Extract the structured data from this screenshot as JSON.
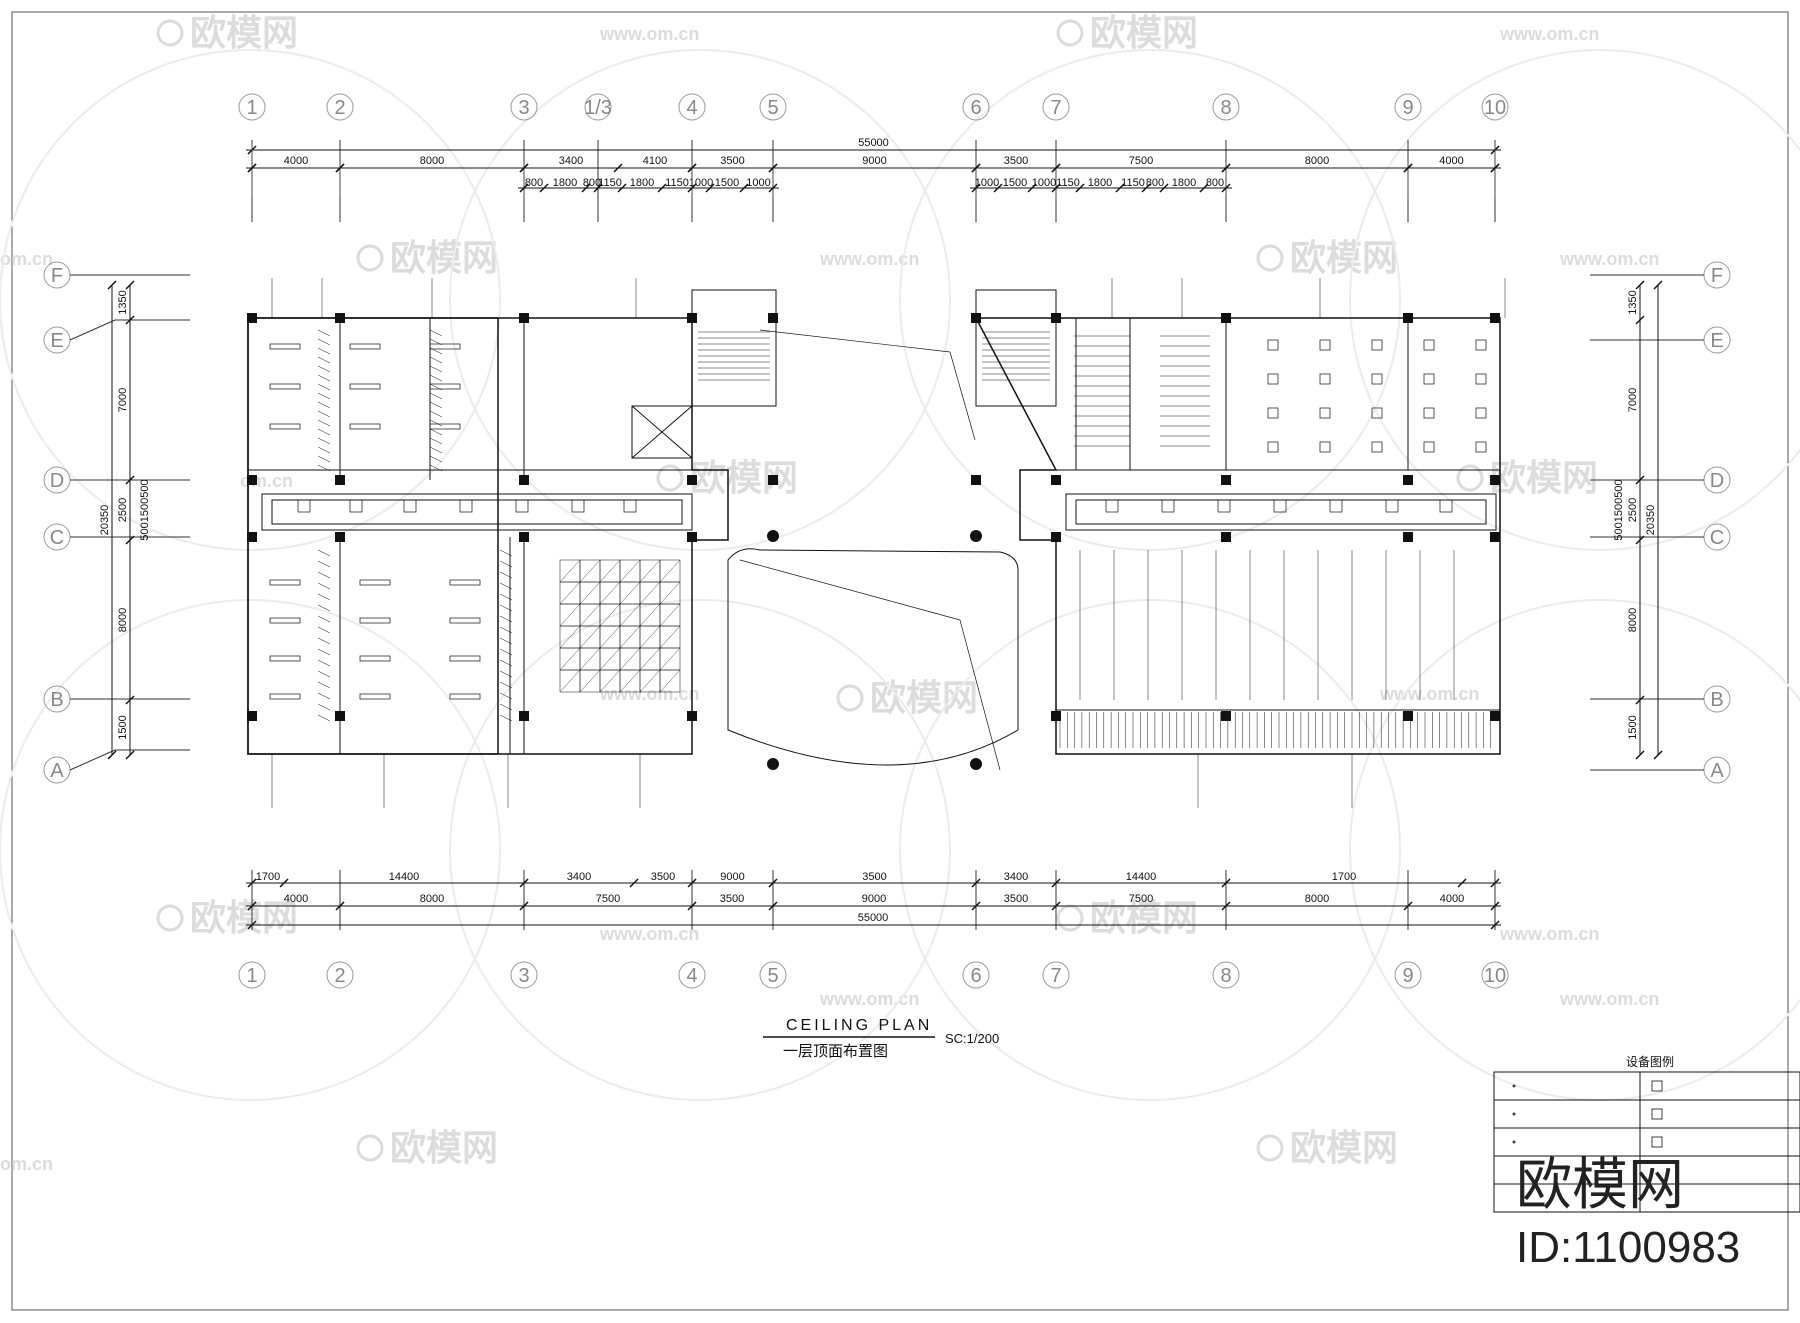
{
  "grid_top": [
    "1",
    "2",
    "3",
    "1/3",
    "4",
    "5",
    "6",
    "7",
    "8",
    "9",
    "10"
  ],
  "grid_bottom": [
    "1",
    "2",
    "3",
    "4",
    "5",
    "6",
    "7",
    "8",
    "9",
    "10"
  ],
  "grid_left": [
    "F",
    "E",
    "D",
    "C",
    "B",
    "A"
  ],
  "grid_right": [
    "F",
    "E",
    "D",
    "C",
    "B",
    "A"
  ],
  "dims_top": {
    "total": "55000",
    "row1": [
      "4000",
      "8000",
      "3400",
      "4100",
      "3500",
      "9000",
      "3500",
      "7500",
      "8000",
      "4000"
    ],
    "row2_left": [
      "800",
      "1800",
      "800",
      "1150",
      "1800",
      "1150",
      "1000",
      "1500",
      "1000"
    ],
    "row2_right": [
      "1000",
      "1500",
      "1000",
      "1150",
      "1800",
      "1150",
      "800",
      "1800",
      "800"
    ]
  },
  "dims_bottom": {
    "row1": [
      "1700",
      "14400",
      "3400",
      "3500",
      "9000",
      "3500",
      "3400",
      "14400",
      "1700"
    ],
    "row2": [
      "4000",
      "8000",
      "7500",
      "3500",
      "9000",
      "3500",
      "7500",
      "8000",
      "4000"
    ],
    "total": "55000"
  },
  "dims_left": {
    "total": "20350",
    "segments": [
      "1350",
      "7000",
      "2500",
      "8000",
      "1500"
    ],
    "small": "5001500500"
  },
  "dims_right": {
    "total": "20350",
    "segments": [
      "1350",
      "7000",
      "2500",
      "8000",
      "1500"
    ],
    "small": "5001500500"
  },
  "title": {
    "english": "CEILING  PLAN",
    "chinese": "一层顶面布置图",
    "scale": "SC:1/200"
  },
  "legend": {
    "title": "设备图例"
  },
  "watermark": {
    "brand": "欧模网",
    "url": "www.om.cn",
    "url_short": "om.cn",
    "id": "ID:1100983"
  }
}
